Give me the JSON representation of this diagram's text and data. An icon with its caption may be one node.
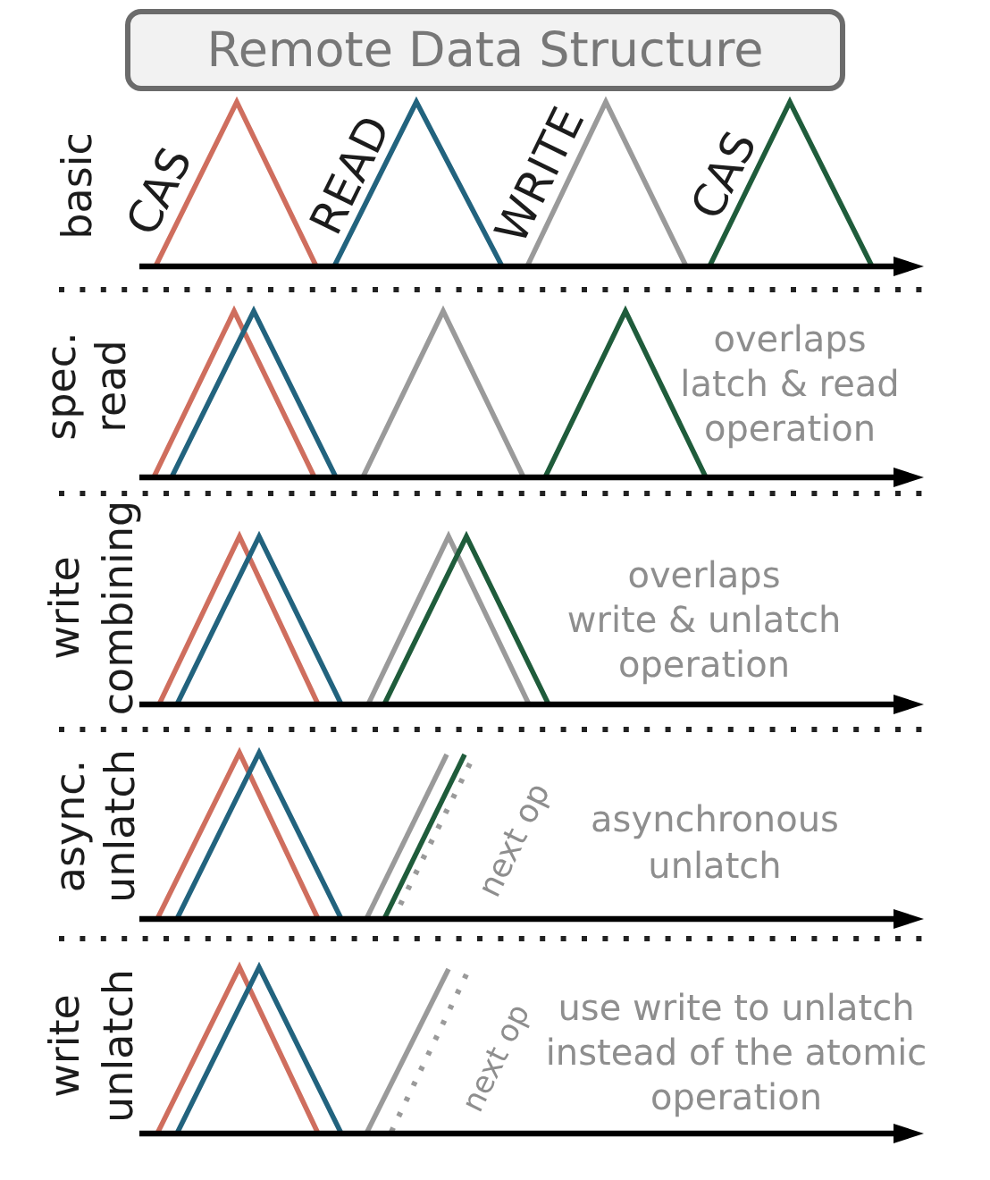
{
  "diagram": {
    "nodes": [
      {
        "text": [
          "Remote Data Structure"
        ]
      }
    ],
    "labels": [
      "basic",
      "CAS",
      "READ",
      "WRITE",
      "CAS",
      "spec. read",
      "overlaps latch & read operation",
      "write combining",
      "overlaps write & unlatch operation",
      "async. unlatch",
      "next op",
      "asynchronous unlatch",
      "write unlatch",
      "next op",
      "use write to unlatch instead of the atomic operation"
    ]
  }
}
